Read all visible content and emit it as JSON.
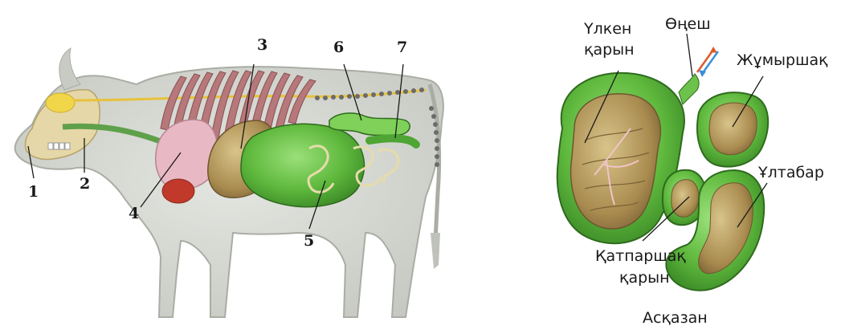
{
  "cow_diagram": {
    "callouts": [
      "1",
      "2",
      "3",
      "4",
      "5",
      "6",
      "7"
    ]
  },
  "stomach_diagram": {
    "labels": {
      "rumen_line1": "Үлкен",
      "rumen_line2": "қарын",
      "esophagus": "Өңеш",
      "reticulum": "Жұмыршақ",
      "abomasum": "Ұлтабар",
      "omasum_line1": "Қатпаршақ",
      "omasum_line2": "қарын"
    },
    "caption": "Асқазан"
  },
  "colors": {
    "body_outline": "#c8cbc4",
    "organ_green": "#6cc24a",
    "chamber_tan": "#b49a5c",
    "liver_red": "#c0392b",
    "lung_pink": "#e8b9c4"
  }
}
